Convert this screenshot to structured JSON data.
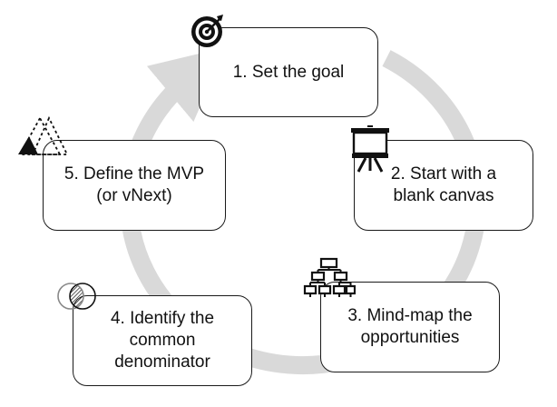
{
  "colors": {
    "cycle_ring": "#d9d9d9",
    "box_border": "#1a1a1a",
    "box_fill": "#ffffff",
    "icon_dark": "#111111"
  },
  "steps": [
    {
      "line1": "1. Set the goal",
      "line2": "",
      "icon": "target-icon"
    },
    {
      "line1": "2. Start with a",
      "line2": "blank canvas",
      "icon": "easel-icon"
    },
    {
      "line1": "3. Mind-map the",
      "line2": "opportunities",
      "icon": "org-chart-icon"
    },
    {
      "line1": "4. Identify the",
      "line2": "common",
      "line3": "denominator",
      "icon": "venn-icon"
    },
    {
      "line1": "5. Define the MVP",
      "line2": "(or vNext)",
      "icon": "triangles-icon"
    }
  ]
}
